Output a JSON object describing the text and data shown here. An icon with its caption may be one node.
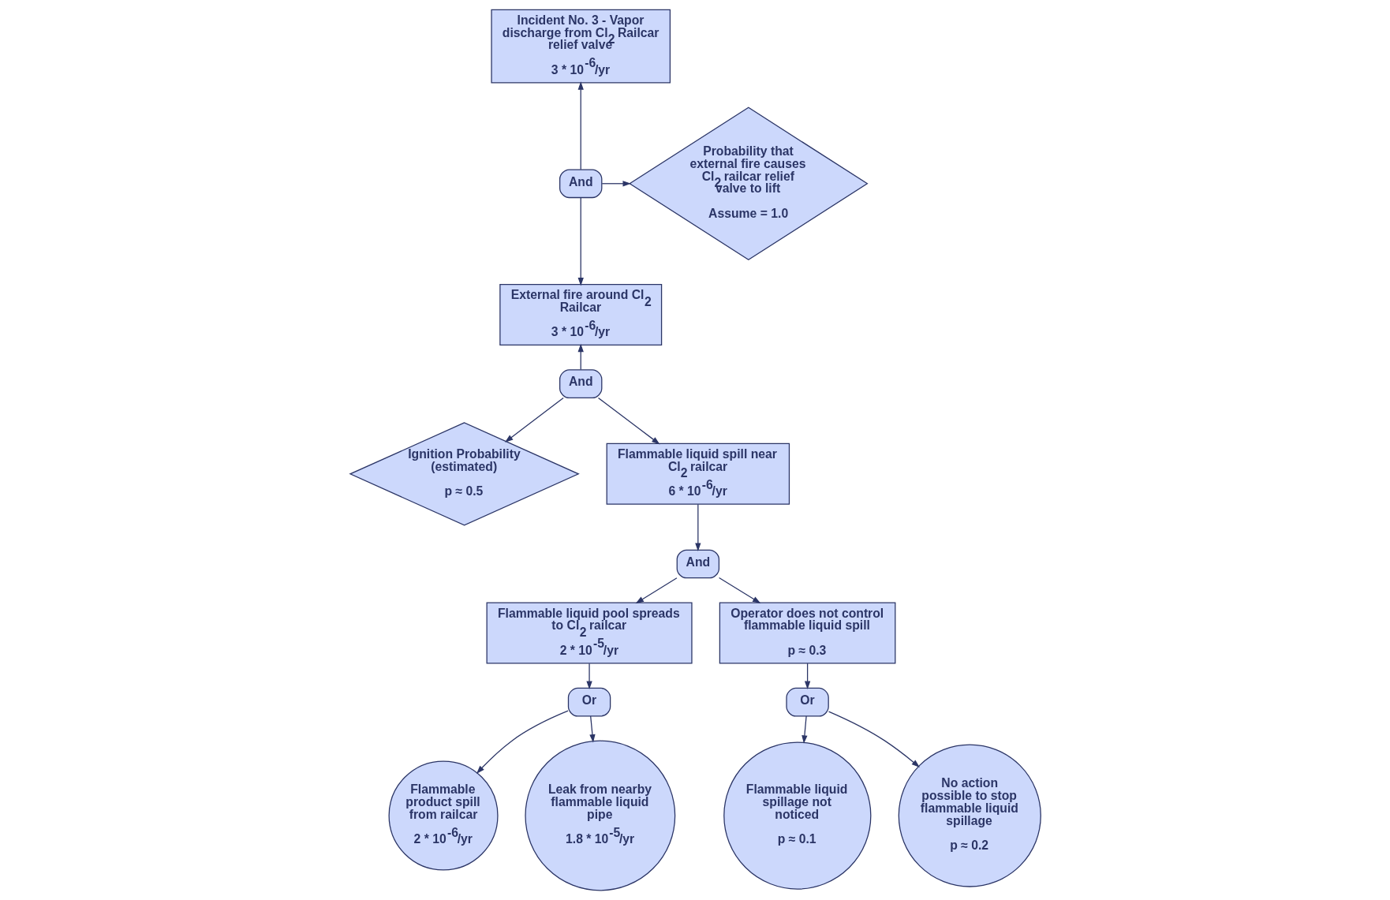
{
  "diagram": {
    "nodes": [
      {
        "text": [
          "Incident No. 3 - Vapor discharge from Cl$_{2}$ Railcar relief valve",
          "3 * 10$^{-6}$/yr"
        ]
      },
      {
        "text": [
          "And"
        ]
      },
      {
        "text": [
          "Probability that external fire causes Cl$_{2}$ railcar relief valve to lift",
          "Assume = 1.0"
        ]
      },
      {
        "text": [
          "External fire around Cl$_{2}$ Railcar",
          "3 * 10$^{-6}$/yr"
        ]
      },
      {
        "text": [
          "And"
        ]
      },
      {
        "text": [
          "Ignition Probability (estimated)",
          "p ≈ 0.5"
        ]
      },
      {
        "text": [
          "Flammable liquid spill near Cl$_{2}$ railcar",
          "6 * 10$^{-6}$/yr"
        ]
      },
      {
        "text": [
          "And"
        ]
      },
      {
        "text": [
          "Flammable liquid pool spreads to Cl$_{2}$ railcar",
          "2 * 10$^{-5}$/yr"
        ]
      },
      {
        "text": [
          "Operator does not control flammable liquid spill",
          "p ≈ 0.3"
        ]
      },
      {
        "text": [
          "Or"
        ]
      },
      {
        "text": [
          "Flammable product spill from railcar",
          "2 * 10$^{-6}$/yr"
        ]
      },
      {
        "text": [
          "Leak from nearby flammable liquid pipe",
          "1.8 * 10$^{-5}$/yr"
        ]
      },
      {
        "text": [
          "Or"
        ]
      },
      {
        "text": [
          "Flammable liquid spillage not noticed",
          "p ≈ 0.1"
        ]
      },
      {
        "text": [
          "No action possible to stop flammable liquid spillage",
          "p ≈ 0.2"
        ]
      }
    ],
    "edges": [
      {
        "from": 1,
        "to": 0,
        "arrow": "to"
      },
      {
        "from": 1,
        "to": 3,
        "arrow": "to"
      },
      {
        "from": 1,
        "to": 2,
        "arrow": "to"
      },
      {
        "from": 4,
        "to": 3,
        "arrow": "to"
      },
      {
        "from": 4,
        "to": 5,
        "arrow": "to"
      },
      {
        "from": 4,
        "to": 6,
        "arrow": "to"
      },
      {
        "from": 6,
        "to": 7,
        "arrow": "to"
      },
      {
        "from": 7,
        "to": 8,
        "arrow": "to"
      },
      {
        "from": 7,
        "to": 9,
        "arrow": "to"
      },
      {
        "from": 8,
        "to": 10,
        "arrow": "to"
      },
      {
        "from": 10,
        "to": 11,
        "arrow": "to"
      },
      {
        "from": 10,
        "to": 12,
        "arrow": "to"
      },
      {
        "from": 9,
        "to": 13,
        "arrow": "to"
      },
      {
        "from": 13,
        "to": 14,
        "arrow": "to"
      },
      {
        "from": 13,
        "to": 15,
        "arrow": "to"
      }
    ]
  }
}
